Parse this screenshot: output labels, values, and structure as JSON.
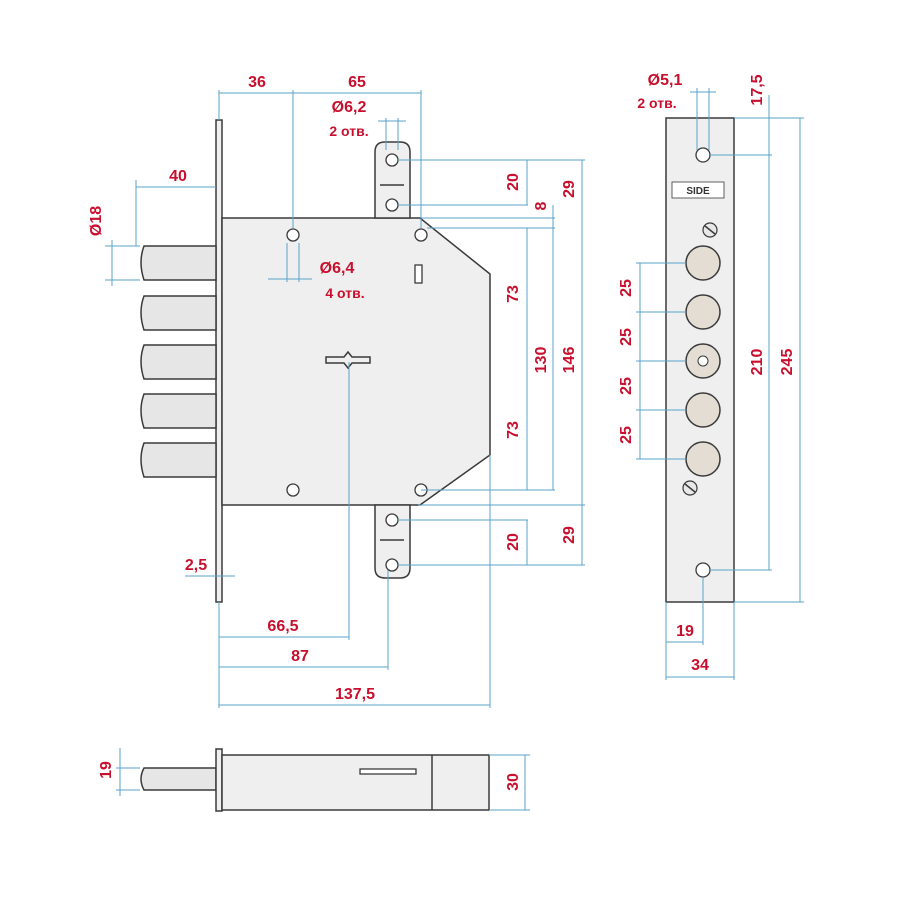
{
  "dimensions": {
    "d36": "36",
    "d65": "65",
    "hole_6_2": "Ø6,2",
    "holes_2a": "2 отв.",
    "d40": "40",
    "d18": "Ø18",
    "hole_6_4": "Ø6,4",
    "holes_4": "4 отв.",
    "d20_top": "20",
    "d8": "8",
    "d29_top": "29",
    "d73_top": "73",
    "d130": "130",
    "d146": "146",
    "d73_bottom": "73",
    "d20_bottom": "20",
    "d29_bottom": "29",
    "d2_5": "2,5",
    "d66_5": "66,5",
    "d87": "87",
    "d137_5": "137,5",
    "hole_5_1": "Ø5,1",
    "holes_2b": "2 отв.",
    "d17_5": "17,5",
    "d25_a": "25",
    "d25_b": "25",
    "d25_c": "25",
    "d25_d": "25",
    "d210": "210",
    "d245": "245",
    "d19_plate": "19",
    "d34": "34",
    "d19_side": "19",
    "d30": "30"
  },
  "logo_text": "SIDE"
}
